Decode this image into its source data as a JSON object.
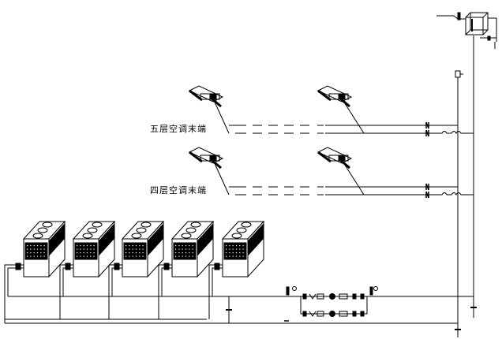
{
  "labels": {
    "floor5": "五层空调末端",
    "floor4": "四层空调末端"
  },
  "unit_count": 5,
  "colors": {
    "line": "#000000",
    "background": "#ffffff"
  }
}
